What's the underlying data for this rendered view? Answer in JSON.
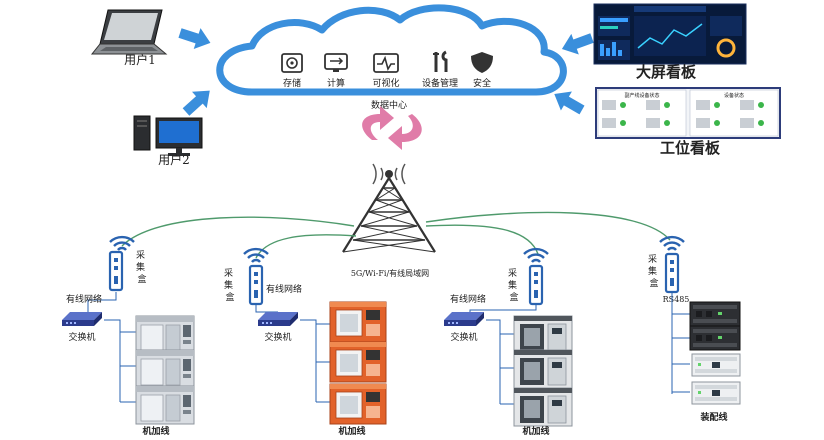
{
  "cloud": {
    "center_label": "数据中心",
    "services": [
      {
        "label": "存储",
        "icon": "storage-icon"
      },
      {
        "label": "计算",
        "icon": "compute-icon"
      },
      {
        "label": "可视化",
        "icon": "visualization-icon"
      },
      {
        "label": "设备管理",
        "icon": "device-management-icon"
      },
      {
        "label": "安全",
        "icon": "security-icon"
      }
    ]
  },
  "users": [
    {
      "label": "用户1",
      "icon": "laptop-icon"
    },
    {
      "label": "用户2",
      "icon": "desktop-pc-icon"
    }
  ],
  "dashboards": [
    {
      "label": "大屏看板"
    },
    {
      "label": "工位看板",
      "panels": [
        "副产线设备状态",
        "设备状态"
      ]
    }
  ],
  "tower": {
    "label": "5G/Wi-Fi/有线局域网"
  },
  "branches": [
    {
      "collector": "采集盒",
      "link": "有线网络",
      "switch": "交换机",
      "line": "机加线"
    },
    {
      "collector": "采集盒",
      "link": "有线网络",
      "switch": "交换机",
      "line": "机加线"
    },
    {
      "collector": "采集盒",
      "link": "有线网络",
      "switch": "交换机",
      "line": "机加线"
    },
    {
      "collector": "采集盒",
      "link": "RS485",
      "line": "装配线"
    }
  ],
  "colors": {
    "cloud_stroke": "#3a8fdc",
    "arrow": "#3a8fdc",
    "sync_arrows": "#e07ca8",
    "curve": "#4f9a6c",
    "collector": "#2a63b0",
    "orange_machine": "#e2622a"
  }
}
